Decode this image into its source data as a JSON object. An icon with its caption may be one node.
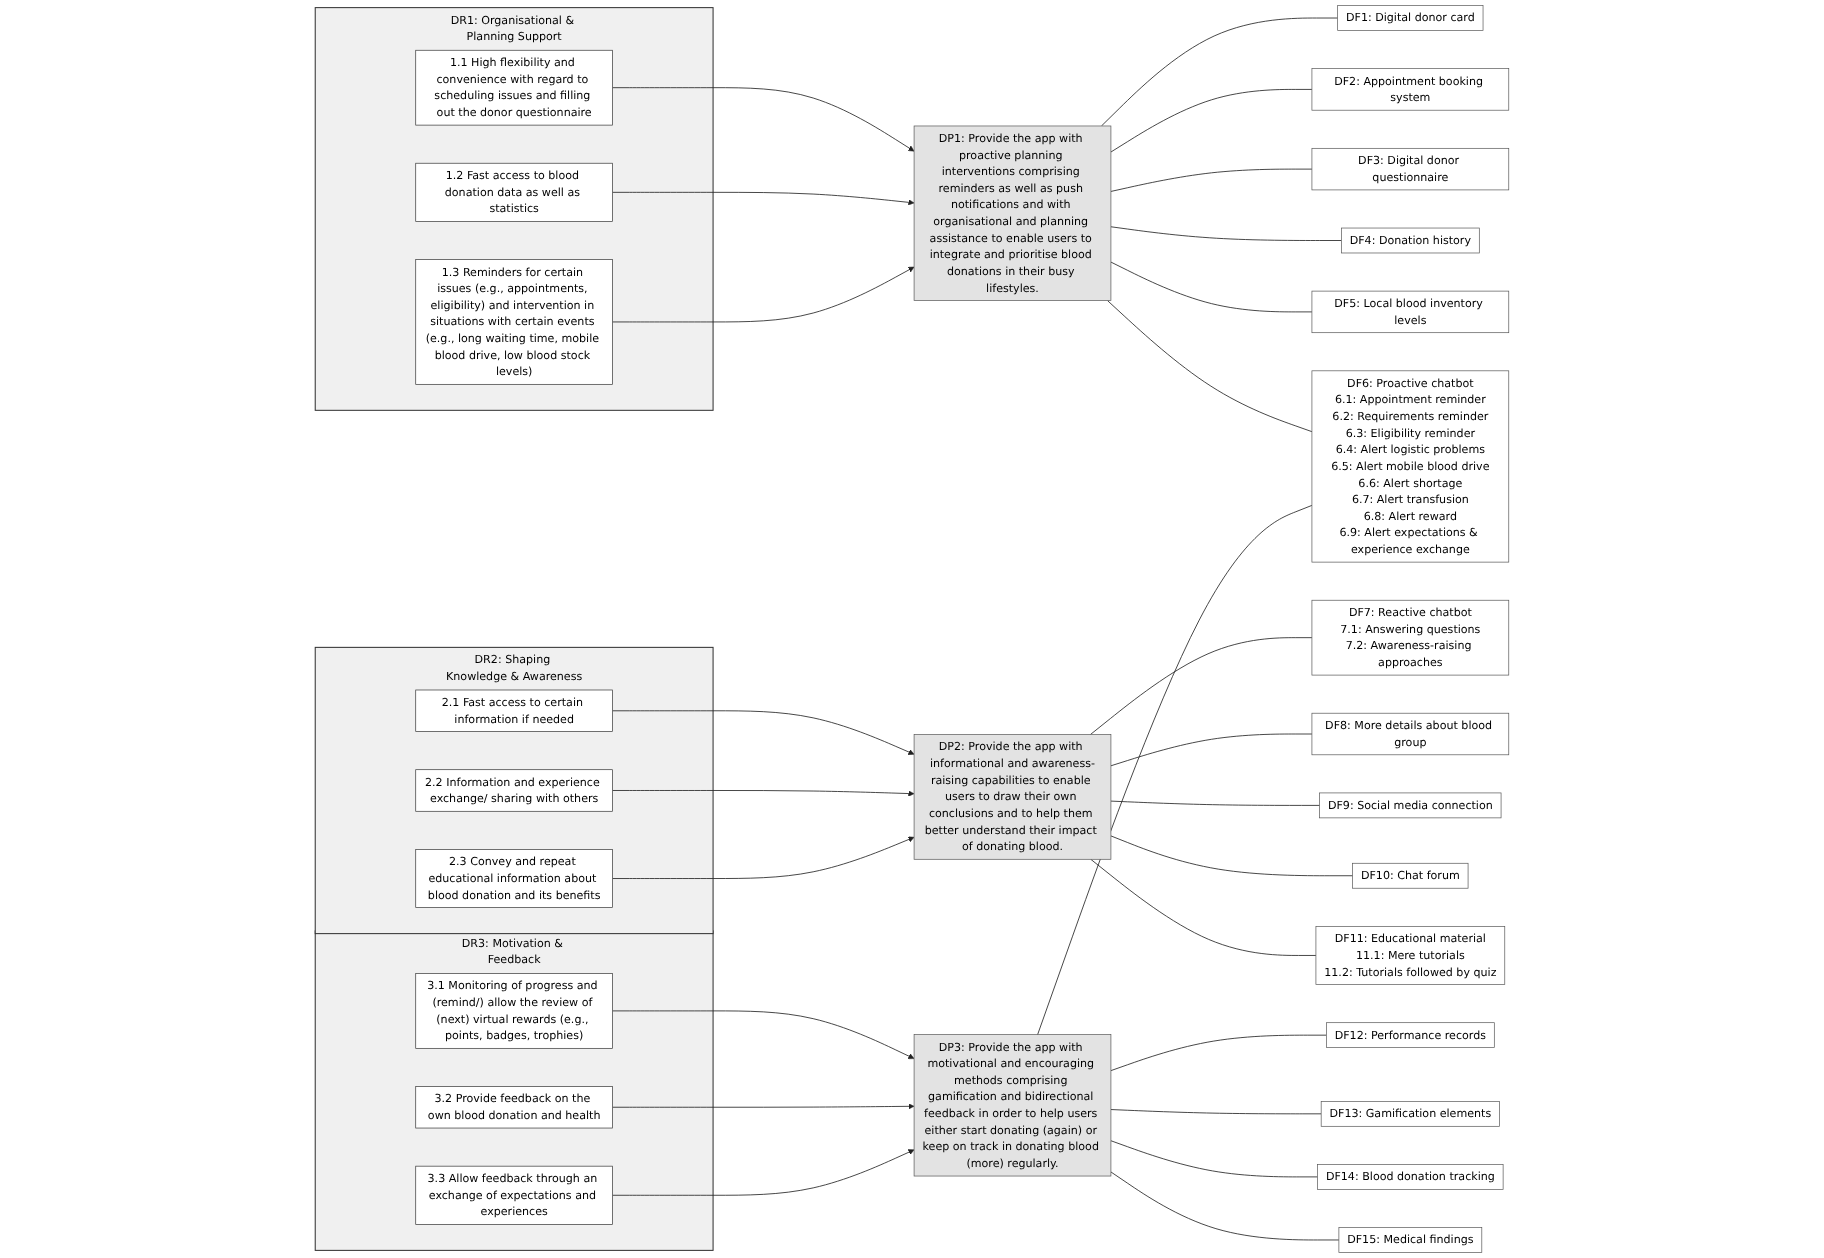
{
  "diagram": {
    "nodes": [
      {
        "text": [
          "DR1: Organisational & Planning Support"
        ]
      },
      {
        "text": [
          "1.1 High flexibility and convenience with regard to scheduling issues and filling out the donor questionnaire"
        ],
        "in": 0
      },
      {
        "text": [
          "1.2 Fast access to blood donation data as well as statistics"
        ],
        "in": 0
      },
      {
        "text": [
          "1.3 Reminders for certain issues (e.g., appointments, eligibility) and intervention in situations with certain events (e.g., long waiting time, mobile blood drive, low blood stock levels)"
        ],
        "in": 0
      },
      {
        "text": [
          "DR2: Shaping Knowledge & Awareness"
        ]
      },
      {
        "text": [
          "2.1 Fast access to certain information if needed"
        ],
        "in": 4
      },
      {
        "text": [
          "2.2 Information and experience exchange/ sharing with others"
        ],
        "in": 4
      },
      {
        "text": [
          "2.3 Convey and repeat educational information about blood donation and its benefits"
        ],
        "in": 4
      },
      {
        "text": [
          "DR3: Motivation & Feedback"
        ]
      },
      {
        "text": [
          "3.1 Monitoring of progress and (remind/) allow the review of (next) virtual rewards (e.g., points, badges, trophies)"
        ],
        "in": 8
      },
      {
        "text": [
          "3.2 Provide feedback on the own blood donation and health"
        ],
        "in": 8
      },
      {
        "text": [
          "3.3 Allow feedback through an exchange of expectations and experiences"
        ],
        "in": 8
      },
      {
        "text": [
          "DP1: Provide the app with proactive planning interventions comprising reminders as well as push notifications and with organisational and planning assistance to enable users to integrate and prioritise blood donations in their busy lifestyles."
        ]
      },
      {
        "text": [
          "DP2: Provide the app with informational and awareness-raising capabilities to enable users to draw their own conclusions and to help them better understand their impact of donating blood."
        ]
      },
      {
        "text": [
          "DP3: Provide the app with motivational and encouraging methods comprising gamification and bidirectional feedback in order to help users either start donating (again) or keep on track in donating blood (more) regularly."
        ]
      },
      {
        "text": [
          "DF1: Digital donor card"
        ]
      },
      {
        "text": [
          "DF2: Appointment booking system"
        ]
      },
      {
        "text": [
          "DF3: Digital donor questionnaire"
        ]
      },
      {
        "text": [
          "DF4: Donation history"
        ]
      },
      {
        "text": [
          "DF5: Local blood inventory levels"
        ]
      },
      {
        "text": [
          "DF6: Proactive chatbot",
          "6.1: Appointment reminder",
          "6.2: Requirements reminder",
          "6.3: Eligibility reminder",
          "6.4: Alert logistic problems",
          "6.5: Alert mobile blood drive",
          "6.6: Alert shortage",
          "6.7: Alert transfusion",
          "6.8: Alert reward",
          "6.9: Alert expectations & experience exchange"
        ]
      },
      {
        "text": [
          "DF7: Reactive chatbot",
          "7.1: Answering questions",
          "7.2: Awareness-raising approaches"
        ]
      },
      {
        "text": [
          "DF8: More details about blood group"
        ]
      },
      {
        "text": [
          "DF9: Social media connection"
        ]
      },
      {
        "text": [
          "DF10: Chat forum"
        ]
      },
      {
        "text": [
          "DF11: Educational material",
          "11.1: Mere tutorials",
          "11.2: Tutorials followed by quiz"
        ]
      },
      {
        "text": [
          "DF12: Performance records"
        ]
      },
      {
        "text": [
          "DF13: Gamification elements"
        ]
      },
      {
        "text": [
          "DF14: Blood donation tracking"
        ]
      },
      {
        "text": [
          "DF15: Medical findings"
        ]
      }
    ],
    "edges": [
      {
        "from": 1,
        "to": 12,
        "arrow": "to"
      },
      {
        "from": 2,
        "to": 12,
        "arrow": "to"
      },
      {
        "from": 3,
        "to": 12,
        "arrow": "to"
      },
      {
        "from": 5,
        "to": 13,
        "arrow": "to"
      },
      {
        "from": 6,
        "to": 13,
        "arrow": "to"
      },
      {
        "from": 7,
        "to": 13,
        "arrow": "to"
      },
      {
        "from": 9,
        "to": 14,
        "arrow": "to"
      },
      {
        "from": 10,
        "to": 14,
        "arrow": "to"
      },
      {
        "from": 11,
        "to": 14,
        "arrow": "to"
      },
      {
        "from": 12,
        "to": 15,
        "arrow": "none"
      },
      {
        "from": 12,
        "to": 16,
        "arrow": "none"
      },
      {
        "from": 12,
        "to": 17,
        "arrow": "none"
      },
      {
        "from": 12,
        "to": 18,
        "arrow": "none"
      },
      {
        "from": 12,
        "to": 19,
        "arrow": "none"
      },
      {
        "from": 12,
        "to": 20,
        "arrow": "none"
      },
      {
        "from": 13,
        "to": 21,
        "arrow": "none"
      },
      {
        "from": 13,
        "to": 22,
        "arrow": "none"
      },
      {
        "from": 13,
        "to": 23,
        "arrow": "none"
      },
      {
        "from": 13,
        "to": 24,
        "arrow": "none"
      },
      {
        "from": 13,
        "to": 25,
        "arrow": "none"
      },
      {
        "from": 14,
        "to": 20,
        "arrow": "none"
      },
      {
        "from": 14,
        "to": 26,
        "arrow": "none"
      },
      {
        "from": 14,
        "to": 27,
        "arrow": "none"
      },
      {
        "from": 14,
        "to": 28,
        "arrow": "none"
      },
      {
        "from": 14,
        "to": 29,
        "arrow": "none"
      }
    ]
  }
}
